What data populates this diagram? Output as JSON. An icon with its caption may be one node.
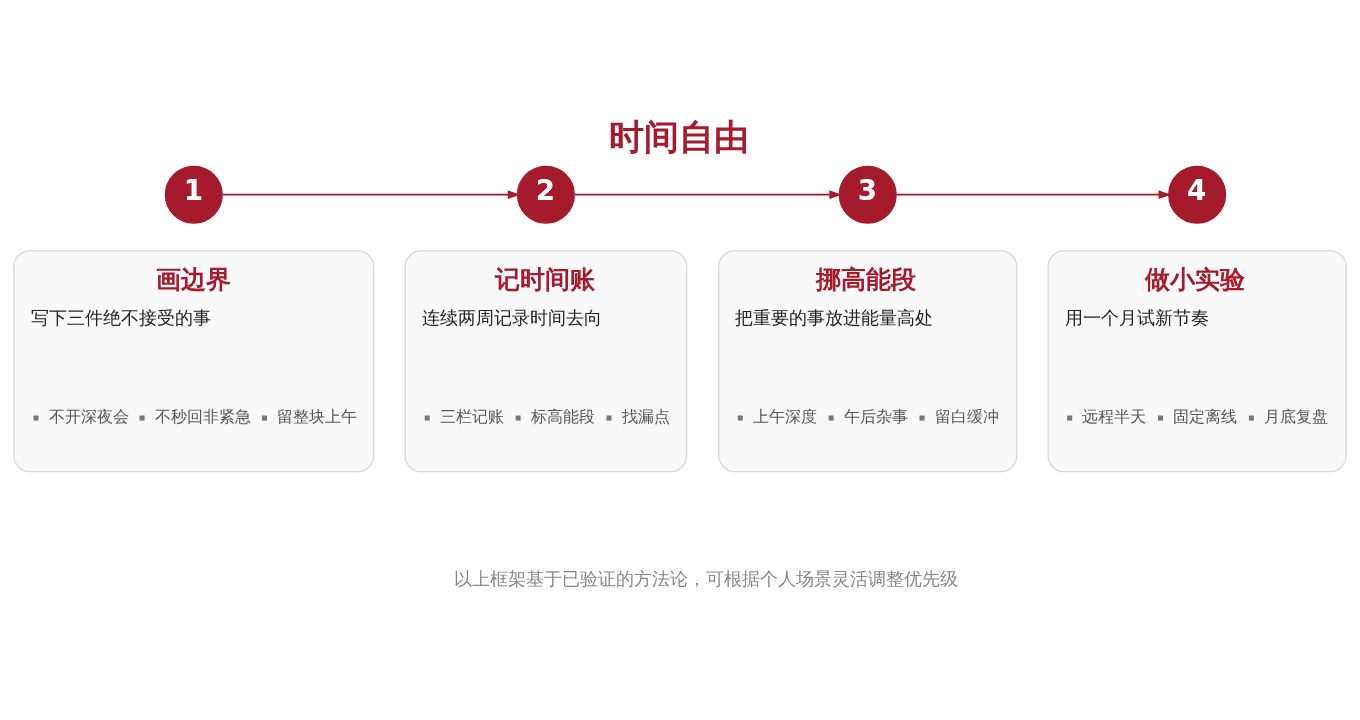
{
  "diagram": {
    "title": "时间自由",
    "caption": "以上框架基于已验证的方法论，可根据个人场景灵活调整优先级",
    "nodes": [
      {
        "text": [
          "1"
        ]
      },
      {
        "text": [
          "2"
        ]
      },
      {
        "text": [
          "3"
        ]
      },
      {
        "text": [
          "4"
        ]
      },
      {
        "text": [
          "画边界",
          "写下三件绝不接受的事",
          "不开深夜会",
          "不秒回非紧急",
          "留整块上午"
        ]
      },
      {
        "text": [
          "记时间账",
          "连续两周记录时间去向",
          "三栏记账",
          "标高能段",
          "找漏点"
        ]
      },
      {
        "text": [
          "挪高能段",
          "把重要的事放进能量高处",
          "上午深度",
          "午后杂事",
          "留白缓冲"
        ]
      },
      {
        "text": [
          "做小实验",
          "用一个月试新节奏",
          "远程半天",
          "固定离线",
          "月底复盘"
        ]
      }
    ],
    "edges": [
      {
        "from": 0,
        "to": 1,
        "arrow": "to"
      },
      {
        "from": 1,
        "to": 2,
        "arrow": "to"
      },
      {
        "from": 2,
        "to": 3,
        "arrow": "to"
      }
    ]
  }
}
